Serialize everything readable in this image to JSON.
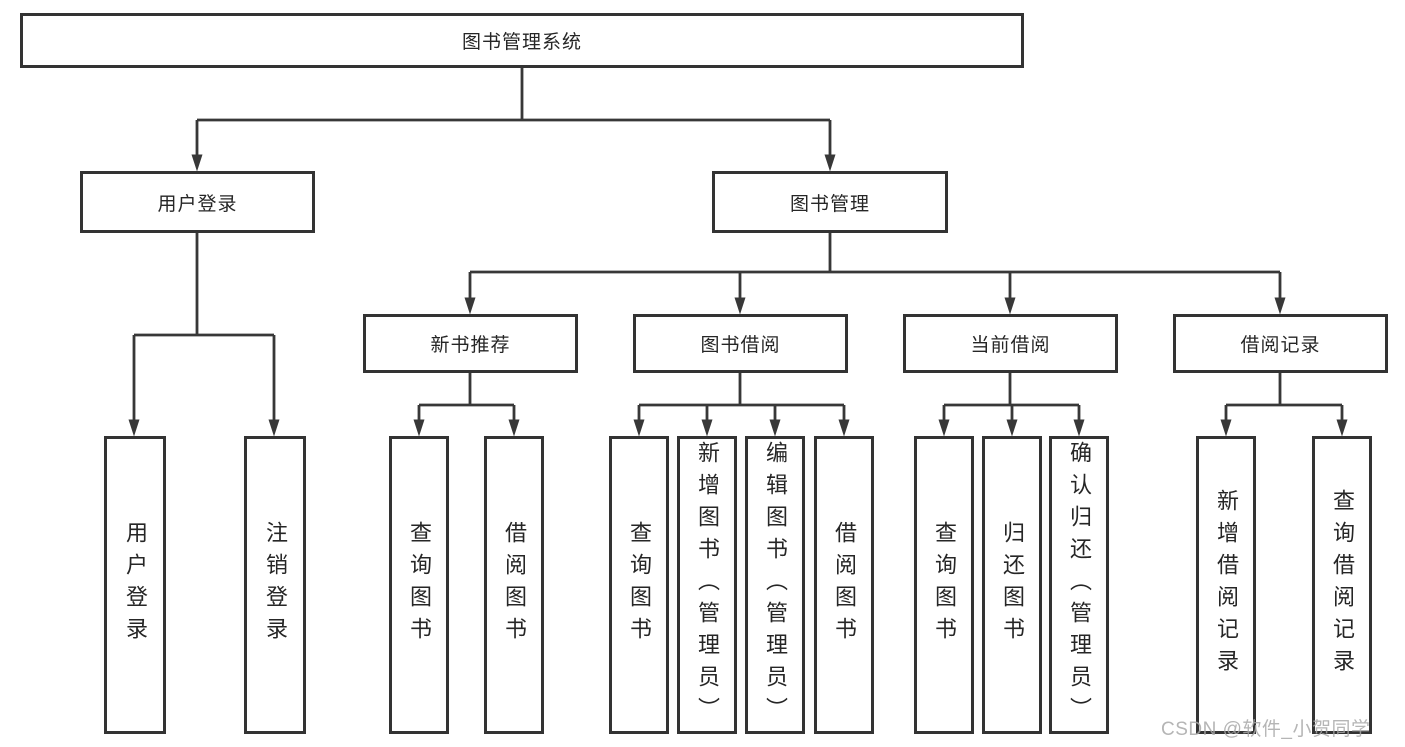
{
  "tree": {
    "root": {
      "label": "图书管理系统"
    },
    "branches": [
      {
        "label": "用户登录",
        "children": [
          {
            "label": "用户登录"
          },
          {
            "label": "注销登录"
          }
        ]
      },
      {
        "label": "图书管理",
        "children": [
          {
            "label": "新书推荐",
            "children": [
              {
                "label": "查询图书"
              },
              {
                "label": "借阅图书"
              }
            ]
          },
          {
            "label": "图书借阅",
            "children": [
              {
                "label": "查询图书"
              },
              {
                "label": "新增图书（管理员）"
              },
              {
                "label": "编辑图书（管理员）"
              },
              {
                "label": "借阅图书"
              }
            ]
          },
          {
            "label": "当前借阅",
            "children": [
              {
                "label": "查询图书"
              },
              {
                "label": "归还图书"
              },
              {
                "label": "确认归还（管理员）"
              }
            ]
          },
          {
            "label": "借阅记录",
            "children": [
              {
                "label": "新增借阅记录"
              },
              {
                "label": "查询借阅记录"
              }
            ]
          }
        ]
      }
    ]
  },
  "watermark": {
    "text": "CSDN @软件_小贺同学"
  },
  "colors": {
    "line": "#383838",
    "box_border": "#333333",
    "text": "#262626",
    "watermark": "#a8a8a8",
    "background": "#ffffff"
  }
}
